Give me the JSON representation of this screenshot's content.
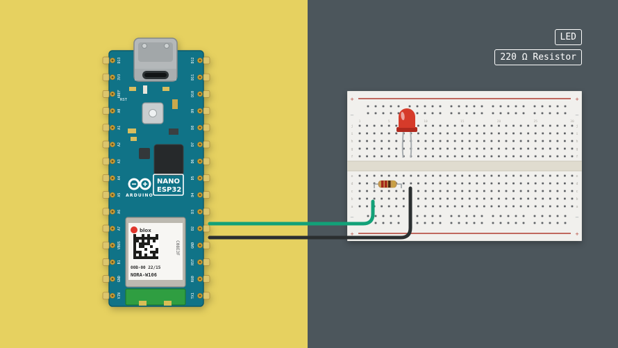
{
  "canvas": {
    "left_bg": "#e6d160",
    "right_bg": "#4c565c"
  },
  "annotations": {
    "led_label": "LED",
    "resistor_label": "220 Ω Resistor"
  },
  "arduino": {
    "brand": "ARDUINO",
    "model_line1": "NANO",
    "model_line2": "ESP32",
    "reset_label": "RST",
    "pcb_color": "#107387",
    "left_pins": [
      "D13",
      "3V3",
      "AREF",
      "A0",
      "A1",
      "A2",
      "A3",
      "A4",
      "A5",
      "A6",
      "A7",
      "VBUS",
      "B1",
      "GND",
      "VIN"
    ],
    "right_pins": [
      "D12",
      "D11",
      "D10",
      "D9",
      "D8",
      "D7",
      "D6",
      "D5",
      "D4",
      "D3",
      "D2",
      "GND",
      "RST",
      "RX0",
      "TX1"
    ],
    "module": {
      "brand": "blox",
      "serial": "C08E3F",
      "line1": "00B-00 22/15",
      "line2": "NORA-W106"
    }
  },
  "breadboard": {
    "columns": 30,
    "rail_plus": "+",
    "rail_minus": "−",
    "row_letters": [
      "j",
      "i",
      "h",
      "g",
      "f",
      "e",
      "d",
      "c",
      "b",
      "a"
    ],
    "column_numbers": [
      "1",
      "5",
      "10",
      "15",
      "20",
      "25",
      "30"
    ],
    "body_color": "#f1f0ed",
    "channel_color": "#e0dccf",
    "rail_line_color": "#b03a2e",
    "hole_color": "#5f6266"
  },
  "components": {
    "led": {
      "name": "red-led",
      "color": "#d63b2a",
      "flange_color": "#b02a1e"
    },
    "resistor": {
      "name": "220-ohm-resistor",
      "body_color": "#c79a52",
      "bands": [
        "#a3271c",
        "#a3271c",
        "#4a2c14",
        "#c9a23f"
      ]
    },
    "wires": [
      {
        "name": "green-jumper-wire",
        "color": "#12a178"
      },
      {
        "name": "black-jumper-wire",
        "color": "#2b2f30"
      }
    ]
  }
}
